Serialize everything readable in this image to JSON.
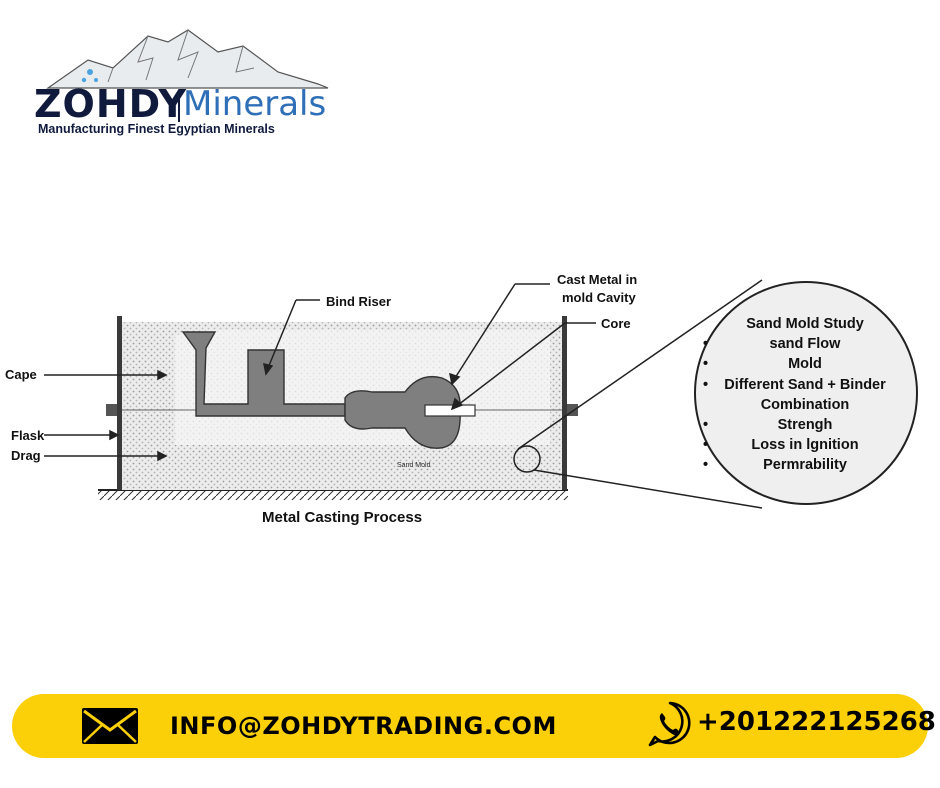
{
  "logo": {
    "name_left": "ZOHDY",
    "name_right": "Minerals",
    "tagline": "Manufacturing Finest Egyptian Minerals"
  },
  "diagram": {
    "labels": {
      "cast_metal_line1": "Cast Metal in",
      "cast_metal_line2": "mold Cavity",
      "bind_riser": "Bind Riser",
      "core": "Core",
      "cape": "Cape",
      "flask": "Flask",
      "drag": "Drag",
      "sand_mold": "Sand Mold"
    },
    "caption": "Metal Casting Process",
    "bubble": {
      "lines": [
        {
          "bullet": "",
          "text": "Sand Mold Study"
        },
        {
          "bullet": "•",
          "text": "sand Flow"
        },
        {
          "bullet": "•",
          "text": "Mold"
        },
        {
          "bullet": "•",
          "text": "Different Sand + Binder"
        },
        {
          "bullet": "",
          "text": "Combination"
        },
        {
          "bullet": "•",
          "text": "Strengh"
        },
        {
          "bullet": "•",
          "text": "Loss in lgnition"
        },
        {
          "bullet": "•",
          "text": "Permrability"
        }
      ]
    }
  },
  "footer": {
    "email": "INFO@ZOHDYTRADING.COM",
    "phone": "+201222125268",
    "accent_color": "#fbd009"
  }
}
